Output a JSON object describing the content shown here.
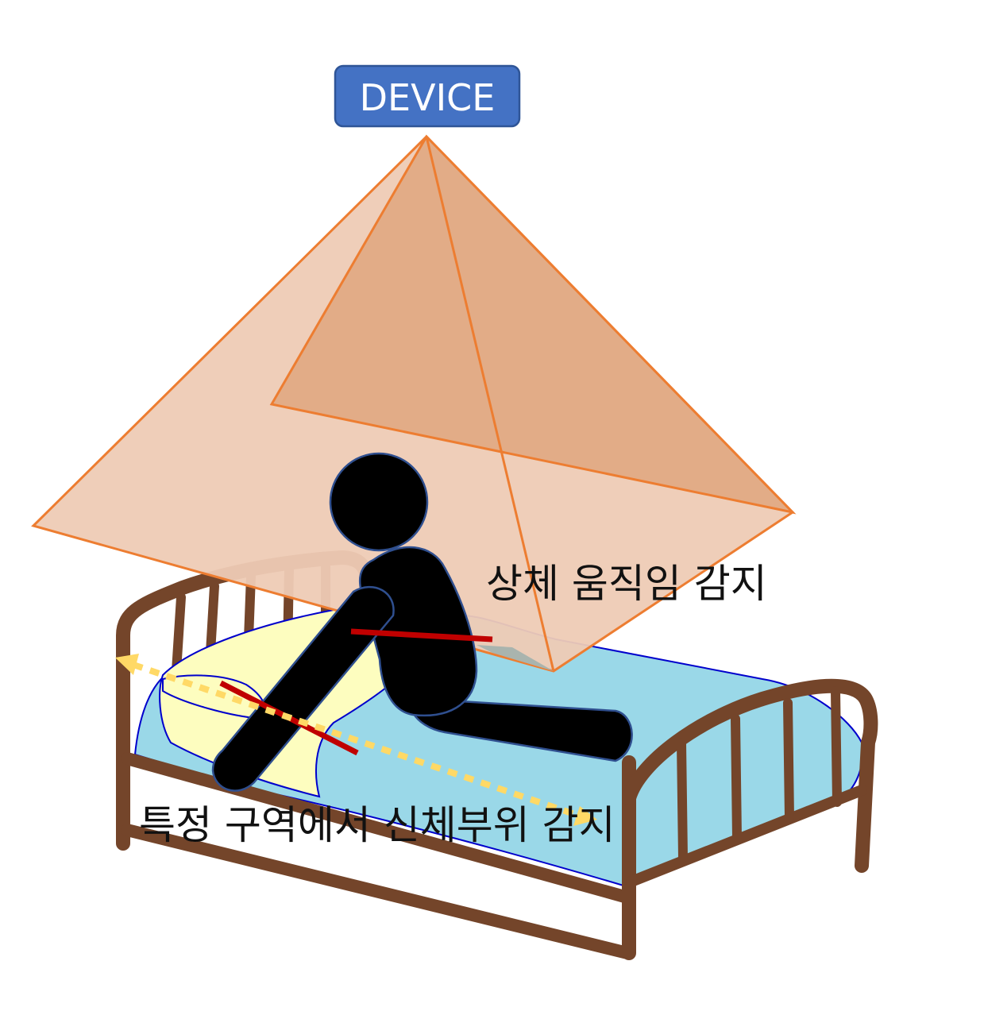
{
  "device": {
    "label": "DEVICE",
    "color": "#4472c4",
    "border": "#2f5597"
  },
  "labels": {
    "upper_body": "상체 움직임 감지",
    "region": "특정 구역에서 신체부위 감지"
  },
  "colors": {
    "cone_outer": "#eecbb5",
    "cone_inner": "#e0a882",
    "cone_edge": "#ed7d31",
    "bed_frame": "#74452a",
    "mattress": "#9ad8e8",
    "mattress_edge": "#0000cc",
    "pillow": "#fdfdbf",
    "person": "#000000",
    "person_edge": "#2f4f8f",
    "marker_line": "#c00000",
    "arrow": "#ffd966"
  }
}
